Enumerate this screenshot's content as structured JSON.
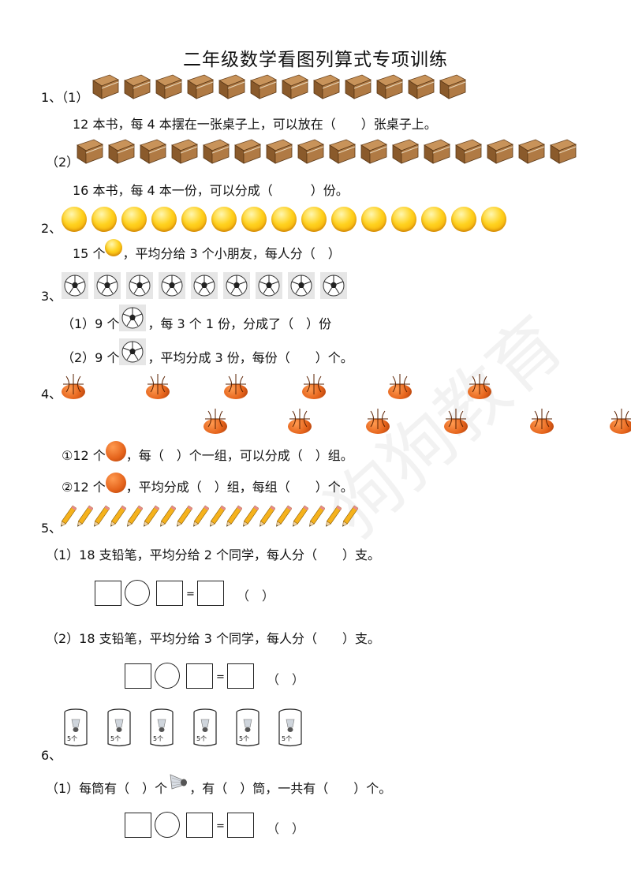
{
  "title": "二年级数学看图列算式专项训练",
  "watermark": "狗狗教育",
  "q1": {
    "num": "1、（1）",
    "text1": "12 本书，每 4 本摆在一张桌子上，可以放在（　　）张桌子上。",
    "books1": 12,
    "sub2": "（2）",
    "text2": "16 本书，每 4 本一份，可以分成（　　　）份。",
    "books2": 16
  },
  "q2": {
    "num": "2、",
    "smileys": 15,
    "text_pre": "15 个",
    "text_post": "，平均分给 3 个小朋友，每人分（　）"
  },
  "q3": {
    "num": "3、",
    "balls": 9,
    "s1_pre": "（1）9 个",
    "s1_post": "，每 3 个 1 份，分成了（　）份",
    "s2_pre": "（2）9 个",
    "s2_post": "，平均分成 3 份，每份（　　）个。"
  },
  "q4": {
    "num": "4、",
    "balls_per_row": 6,
    "rows": 2,
    "s1_pre": "①12 个",
    "s1_post": "，每（　）个一组，可以分成（　）组。",
    "s2_pre": "②12 个",
    "s2_post": "，平均分成（　）组，每组（　　）个。"
  },
  "q5": {
    "num": "5、",
    "pencils": 18,
    "s1": "（1）18 支铅笔，平均分给 2 个同学，每人分（　　）支。",
    "s2": "（2）18 支铅笔，平均分给 3 个同学，每人分（　　）支。",
    "eq_sign": "=",
    "paren": "（　）"
  },
  "q6": {
    "num": "6、",
    "tubes": 6,
    "tube_label": "5个",
    "s1_pre": "（1）每筒有（　）个",
    "s1_post": "，有（　）筒，一共有（　　）个。",
    "eq_sign": "=",
    "paren": "（　）"
  }
}
